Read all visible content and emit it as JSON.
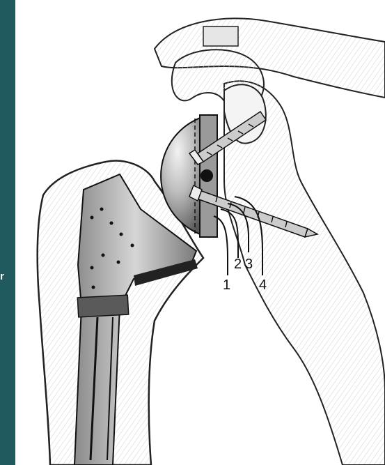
{
  "figure": {
    "side_text": "r",
    "numbers": [
      "1",
      "2",
      "3",
      "4"
    ]
  }
}
